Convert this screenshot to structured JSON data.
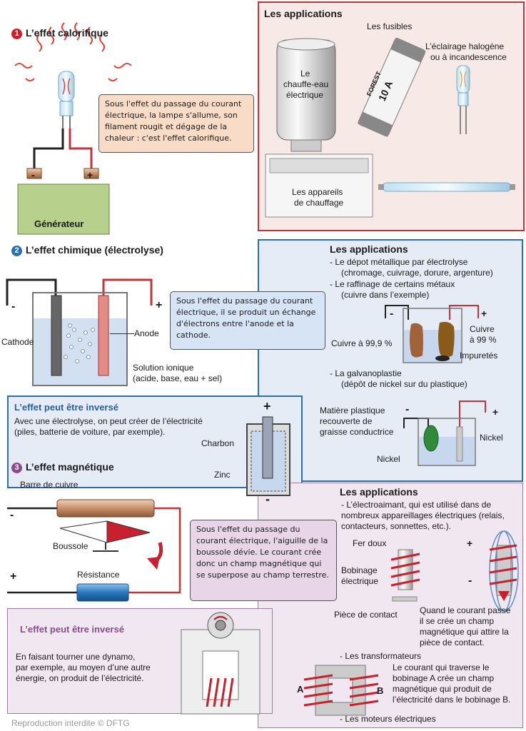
{
  "section1": {
    "number": "1",
    "title": "L’effet calorifique",
    "bubble": "Sous l'effet du passage du courant électrique, la lampe s'allume, son filament rougit et dégage de la chaleur : c'est l'effet calorifique.",
    "generator": "Générateur",
    "minus": "-",
    "plus": "+"
  },
  "apps1": {
    "title": "Les applications",
    "fuses": "Les fusibles",
    "heater_line1": "Le",
    "heater_line2": "chauffe-eau",
    "heater_line3": "électrique",
    "halogen_line1": "L’éclairage halogène",
    "halogen_line2": "ou à incandescence",
    "radiator_line1": "Les appareils",
    "radiator_line2": "de chauffage",
    "fuse_brand": "FOREST",
    "fuse_rating": "10 A"
  },
  "section2": {
    "number": "2",
    "title": "L’effet chimique (électrolyse)",
    "minus": "-",
    "plus": "+",
    "cathode": "Cathode",
    "anode": "Anode",
    "solution_line1": "Solution ionique",
    "solution_line2": "(acide, base, eau + sel)",
    "bubble": "Sous l'effet du passage du courant électrique, il se produit un échange d'électrons entre l'anode et la cathode."
  },
  "apps2": {
    "title": "Les applications",
    "item1": "- Le dépot métallique par électrolyse",
    "item1_sub": "(chromage, cuivrage, dorure, argenture)",
    "item2": "- Le raffinage de certains métaux",
    "item2_sub": "(cuivre dans l’exemple)",
    "cu999": "Cuivre à 99,9 %",
    "cu99_line1": "Cuivre",
    "cu99_line2": "à 99 %",
    "impurities": "Impuretés",
    "item3": "- La galvanoplastie",
    "item3_sub": "(dépôt de nickel sur du plastique)",
    "plastic_line1": "Matière plastique",
    "plastic_line2": "recouverte de",
    "plastic_line3": "graisse conductrice",
    "nickel_right": "Nickel",
    "nickel_left": "Nickel",
    "minus1": "-",
    "plus1": "+",
    "minus2": "-",
    "plus2": "+"
  },
  "inverse1": {
    "title": "L’effet peut être inversé",
    "line1": "Avec une électrolyse, on peut créer de l’électricité",
    "line2": "(piles, batterie de voiture, par exemple).",
    "charbon": "Charbon",
    "zinc": "Zinc",
    "plus": "+",
    "minus": "-"
  },
  "section3": {
    "number": "3",
    "title": "L’effet magnétique",
    "bar": "Barre de cuivre",
    "compass": "Boussole",
    "resistance": "Résistance",
    "minus": "-",
    "plus": "+",
    "bubble": "Sous l'effet du passage du courant électrique, l'aiguille de la boussole dévie. Le courant crée donc un champ magnétique qui se superpose au champ terrestre."
  },
  "apps3": {
    "title": "Les applications",
    "item1_line1": "- L’électroaimant, qui est utilisé dans de",
    "item1_line2": "nombreux appareillages électriques (relais,",
    "item1_line3": "contacteurs, sonnettes, etc.).",
    "soft_iron": "Fer doux",
    "coil_line1": "Bobinage",
    "coil_line2": "électrique",
    "contact": "Pièce de contact",
    "current_line1": "Quand le courant passe",
    "current_line2": "il se crée un champ",
    "current_line3": "magnétique qui attire la",
    "current_line4": "pièce de contact.",
    "plus": "+",
    "minus": "-",
    "transformers": "- Les transformateurs",
    "trans_line1": "Le courant qui traverse le",
    "trans_line2": "bobinage A crée un champ",
    "trans_line3": "magnétique qui produit de",
    "trans_line4": "l’électricité dans le bobinage B.",
    "label_a": "A",
    "label_b": "B",
    "motors": "- Les moteurs électriques"
  },
  "inverse2": {
    "title": "L’effet peut être inversé",
    "line1": "En faisant tourner une dynamo,",
    "line2": "par exemple, au moyen d’une autre",
    "line3": "énergie, on produit de l’électricité."
  },
  "footer": "Reproduction interdite  © DFTG",
  "colors": {
    "red_border": "#c4343a",
    "apps1_bg": "#f7e9e6",
    "blue_border": "#2a6fae",
    "apps2_bg": "#e6ecf6",
    "purple_border": "#a07aa6",
    "apps3_bg": "#f1e7f1",
    "bubble_orange": "#f8dcc8",
    "bubble_blue": "#d6e4f5",
    "bubble_purple": "#e8d6e8",
    "num_red": "#c8202c",
    "num_blue": "#2a6fae",
    "num_purple": "#8a4a8e",
    "generator_green": "#b7d08b"
  }
}
